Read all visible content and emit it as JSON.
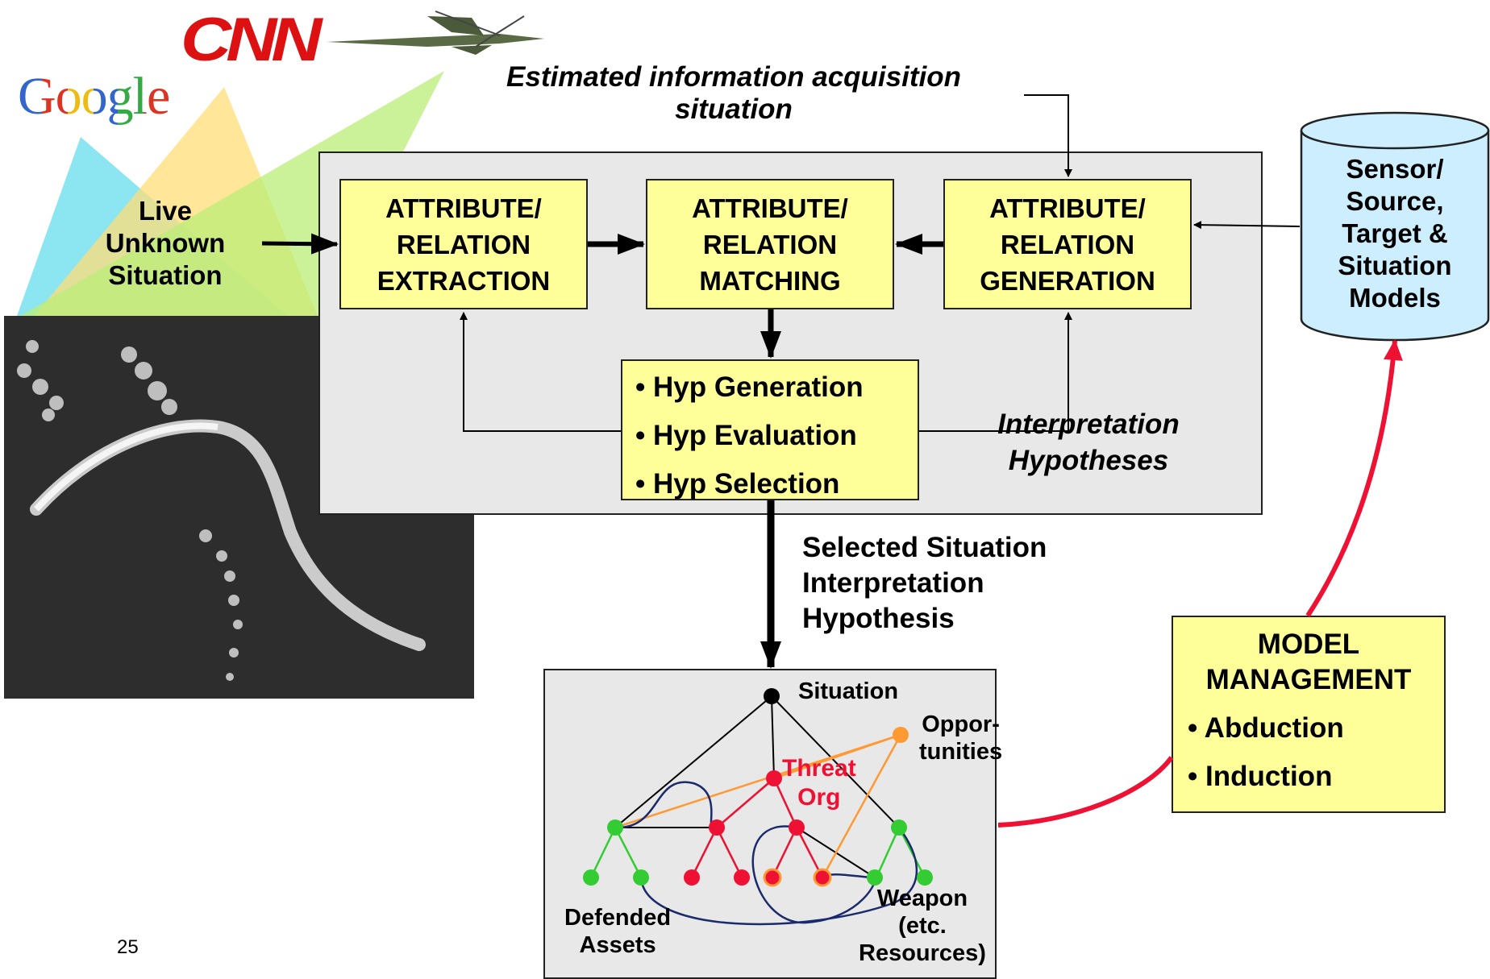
{
  "logos": {
    "google": "Google",
    "cnn": "CNN"
  },
  "live_unknown": [
    "Live",
    "Unknown",
    "Situation"
  ],
  "estimated_label": [
    "Estimated information acquisition",
    "situation"
  ],
  "boxes": {
    "extraction": [
      "ATTRIBUTE/",
      "RELATION",
      "EXTRACTION"
    ],
    "matching": [
      "ATTRIBUTE/",
      "RELATION",
      "MATCHING"
    ],
    "generation": [
      "ATTRIBUTE/",
      "RELATION",
      "GENERATION"
    ]
  },
  "hyp_list": [
    "• Hyp Generation",
    "• Hyp Evaluation",
    "• Hyp Selection"
  ],
  "interpretation_label": [
    "Interpretation",
    "Hypotheses"
  ],
  "database": [
    "Sensor/",
    "Source,",
    "Target &",
    "Situation",
    "Models"
  ],
  "selected_label": [
    "Selected Situation",
    "Interpretation",
    "Hypothesis"
  ],
  "model_management": {
    "title": [
      "MODEL",
      "MANAGEMENT"
    ],
    "items": [
      "• Abduction",
      "• Induction"
    ]
  },
  "tree_labels": {
    "situation": "Situation",
    "opportunities": [
      "Oppor-",
      "tunities"
    ],
    "threat_org": [
      "Threat",
      "Org"
    ],
    "defended_assets": [
      "Defended",
      "Assets"
    ],
    "weapon": [
      "Weapon",
      "(etc.",
      "Resources)"
    ]
  },
  "page_number": "25",
  "colors": {
    "panel": "#e8e8e8",
    "box_fill": "#ffff99",
    "database_fill": "#cceeff",
    "threat_red": "#ee1133",
    "green_node": "#33cc33",
    "orange_node": "#ff9933",
    "navy_curve": "#1a2a6c",
    "feedback_red": "#ee1133"
  },
  "icons": [
    "uav-drone-icon",
    "aerial-photo-image"
  ]
}
